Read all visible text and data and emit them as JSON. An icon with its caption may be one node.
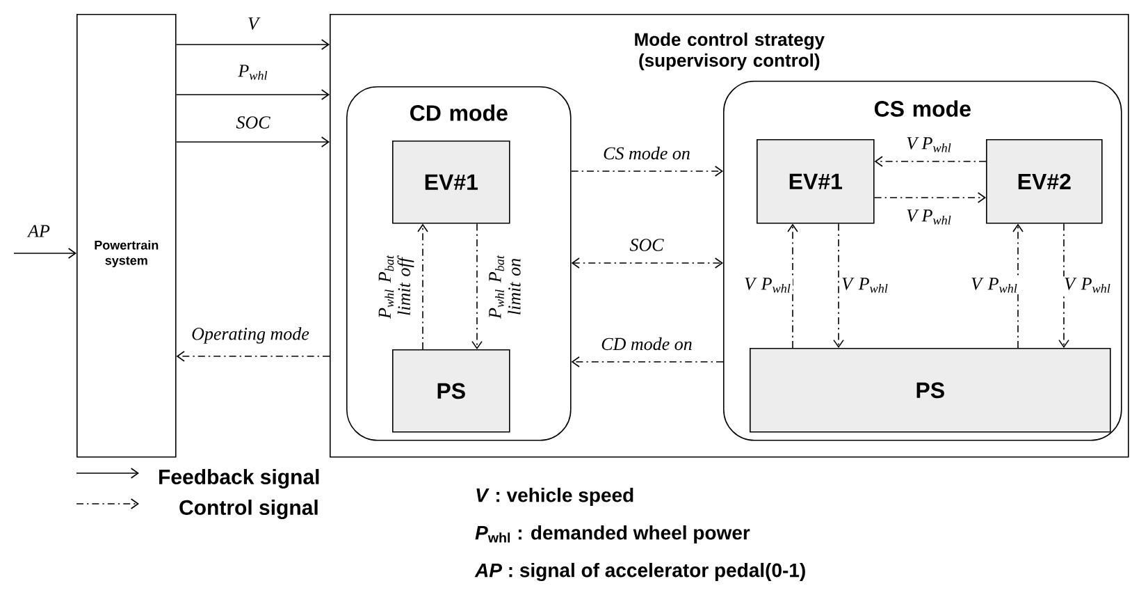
{
  "diagram": {
    "nodes": [
      {
        "text": [
          "Powertrain system"
        ]
      },
      {
        "text": [
          "Mode control strategy (supervisory control)"
        ]
      },
      {
        "text": [
          "CD mode"
        ],
        "in": 1
      },
      {
        "text": [
          "EV#1"
        ],
        "in": 2
      },
      {
        "text": [
          "PS"
        ],
        "in": 2
      },
      {
        "text": [
          "CS mode"
        ],
        "in": 1
      },
      {
        "text": [
          "EV#1"
        ],
        "in": 5
      },
      {
        "text": [
          "EV#2"
        ],
        "in": 5
      },
      {
        "text": [
          "PS"
        ],
        "in": 5
      }
    ],
    "edges": [
      {
        "from": null,
        "to": 0,
        "arrow": "to",
        "label": "AP"
      },
      {
        "from": 0,
        "to": 1,
        "arrow": "to",
        "label": "V"
      },
      {
        "from": 0,
        "to": 1,
        "arrow": "to",
        "label": "P$_{whl}$"
      },
      {
        "from": 0,
        "to": 1,
        "arrow": "to",
        "label": "SOC"
      },
      {
        "from": 1,
        "to": 0,
        "arrow": "to",
        "label": "Operating mode",
        "style": "dashed"
      },
      {
        "from": 4,
        "to": 3,
        "arrow": "to",
        "label": "P$_{whl}$ P$_{bat}$ limit off",
        "style": "dashed"
      },
      {
        "from": 3,
        "to": 4,
        "arrow": "to",
        "label": "P$_{whl}$ P$_{bat}$ limit on",
        "style": "dashed"
      },
      {
        "from": 2,
        "to": 5,
        "arrow": "to",
        "label": "CS mode on",
        "style": "dashed"
      },
      {
        "from": 2,
        "to": 5,
        "arrow": "both",
        "label": "SOC",
        "style": "dashed"
      },
      {
        "from": 5,
        "to": 2,
        "arrow": "to",
        "label": "CD mode on",
        "style": "dashed"
      },
      {
        "from": 7,
        "to": 6,
        "arrow": "to",
        "label": "V P$_{whl}$",
        "style": "dashed"
      },
      {
        "from": 6,
        "to": 7,
        "arrow": "to",
        "label": "V P$_{whl}$",
        "style": "dashed"
      },
      {
        "from": 8,
        "to": 6,
        "arrow": "to",
        "label": "V P$_{whl}$",
        "style": "dashed"
      },
      {
        "from": 6,
        "to": 8,
        "arrow": "to",
        "label": "V P$_{whl}$",
        "style": "dashed"
      },
      {
        "from": 8,
        "to": 7,
        "arrow": "to",
        "label": "V P$_{whl}$",
        "style": "dashed"
      },
      {
        "from": 7,
        "to": 8,
        "arrow": "to",
        "label": "V P$_{whl}$",
        "style": "dashed"
      }
    ],
    "labels": [
      "*V* : vehicle speed",
      "*P*$_{whl}$ : demanded wheel power",
      "*AP* : signal of accelerator pedal(0-1)"
    ],
    "legend": [
      {
        "text": "Feedback signal"
      },
      {
        "text": "Control signal"
      }
    ]
  }
}
